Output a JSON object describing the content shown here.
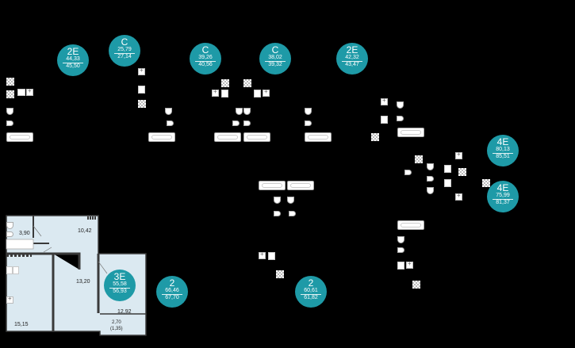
{
  "units": [
    {
      "type": "2E",
      "area": "44,33",
      "total": "45,50"
    },
    {
      "type": "C",
      "area": "25,79",
      "total": "27,14"
    },
    {
      "type": "C",
      "area": "39,26",
      "total": "40,56"
    },
    {
      "type": "C",
      "area": "38,02",
      "total": "39,32"
    },
    {
      "type": "2E",
      "area": "42,32",
      "total": "43,47"
    },
    {
      "type": "4E",
      "area": "80,13",
      "total": "85,51"
    },
    {
      "type": "4E",
      "area": "75,99",
      "total": "81,37"
    },
    {
      "type": "3E",
      "area": "55,58",
      "total": "56,93"
    },
    {
      "type": "2",
      "area": "66,46",
      "total": "67,70"
    },
    {
      "type": "2",
      "area": "60,61",
      "total": "61,82"
    }
  ],
  "rooms": [
    {
      "label": "3,90"
    },
    {
      "label": "10,42"
    },
    {
      "label": "13,20"
    },
    {
      "label": "15,15"
    },
    {
      "label": "12,92"
    },
    {
      "label": "2,70"
    },
    {
      "label": "(1,35)"
    }
  ],
  "colors": {
    "badge": "#1e9aa7",
    "floor": "#dbe9f1",
    "wall": "#3a3a3a",
    "background": "#000000"
  }
}
